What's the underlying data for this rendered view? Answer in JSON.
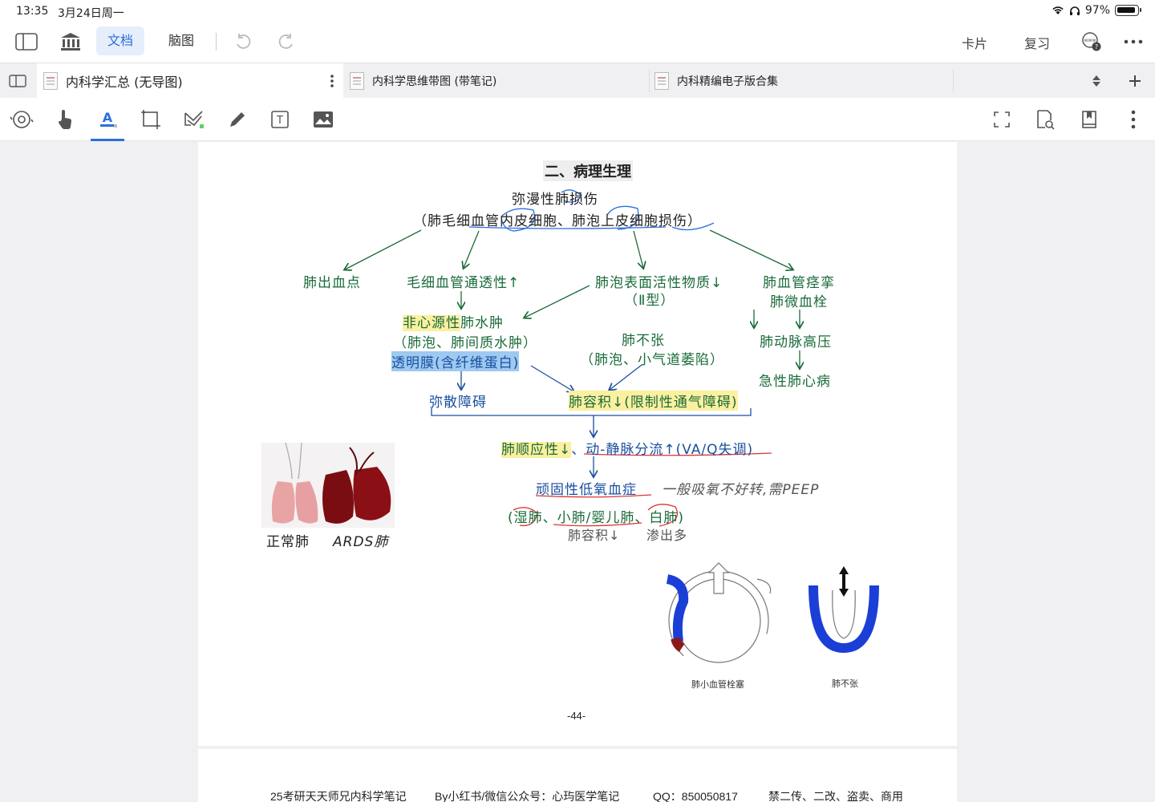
{
  "status": {
    "time": "13:35",
    "date": "3月24日周一",
    "battery": "97%"
  },
  "appbar": {
    "mode_doc": "文档",
    "mode_mind": "脑图",
    "card": "卡片",
    "review": "复习"
  },
  "tabs": [
    {
      "label": "内科学汇总 (无导图)"
    },
    {
      "label": "内科学思维带图 (带笔记)"
    },
    {
      "label": "内科精编电子版合集"
    }
  ],
  "toolbar": {
    "icons": [
      "settings-rotate-icon",
      "hand-icon",
      "text-highlight-icon",
      "crop-icon",
      "lasso-icon",
      "pen-icon",
      "textbox-icon",
      "image-icon",
      "fullscreen-icon",
      "search-doc-icon",
      "bookmark-icon",
      "more-icon"
    ]
  },
  "page": {
    "section_title": "二、病理生理",
    "top_line1": "弥漫性肺损伤",
    "top_line2": "（肺毛细血管内皮细胞、肺泡上皮细胞损伤）",
    "node_hemorrhage": "肺出血点",
    "node_permeability": "毛细血管通透性↑",
    "node_surfactant": "肺泡表面活性物质↓",
    "node_surfactant_sub": "（Ⅱ型）",
    "node_vasospasm": "肺血管痉挛",
    "node_microthrombus": "肺微血栓",
    "edema_hl": "非心源性",
    "edema_rest": "肺水肿",
    "edema_sub": "（肺泡、肺间质水肿）",
    "hyaline": "透明膜(含纤维蛋白)",
    "atelectasis": "肺不张",
    "atelectasis_sub": "（肺泡、小气道萎陷）",
    "pulm_htn": "肺动脉高压",
    "acute_cor": "急性肺心病",
    "diffusion": "弥散障碍",
    "volume": "肺容积↓(限制性通气障碍)",
    "compliance": "肺顺应性↓",
    "shunt": "、动-静脉分流↑(VA/Q失调)",
    "hypoxemia": "顽固性低氧血症",
    "hypoxemia_note": "一般吸氧不好转,需PEEP",
    "lung_types": "(湿肺、小肺/婴儿肺、白肺)",
    "lung_note1": "肺容积↓",
    "lung_note2": "渗出多",
    "photo_label_normal": "正常肺",
    "photo_label_ards": "ARDS肺",
    "fig1_caption": "肺小血管栓塞",
    "fig2_caption": "肺不张",
    "page_number": "-44-"
  },
  "footer": {
    "f1": "25考研天天师兄内科学笔记",
    "f2": "By小红书/微信公众号：心玙医学笔记",
    "f3": "QQ：850050817",
    "f4": "禁二传、二改、盗卖、商用"
  }
}
